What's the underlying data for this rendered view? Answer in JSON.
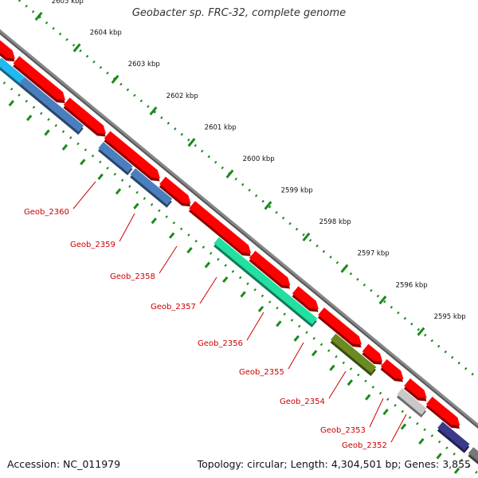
{
  "title": "Geobacter sp. FRC-32, complete genome",
  "footer": {
    "accession": "Accession: NC_011979",
    "summary": "Topology: circular; Length: 4,304,501 bp; Genes: 3,855"
  },
  "ruler_labels": [
    "2605 kbp",
    "2604 kbp",
    "2603 kbp",
    "2602 kbp",
    "2601 kbp",
    "2600 kbp",
    "2599 kbp",
    "2598 kbp",
    "2597 kbp",
    "2596 kbp",
    "2595 kbp"
  ],
  "gene_labels": [
    "Geob_2360",
    "Geob_2359",
    "Geob_2358",
    "Geob_2357",
    "Geob_2356",
    "Geob_2355",
    "Geob_2354",
    "Geob_2353",
    "Geob_2352"
  ],
  "colors": {
    "cds": "#ff0000",
    "backbone": "#888888",
    "ruler": "#1a8a1a",
    "label": "#cc0000",
    "cog_blue": "#4a7fbf",
    "cog_teal": "#22e0a0",
    "cog_olive": "#6b8a22",
    "cog_light": "#c8c8c8",
    "cog_navy": "#3a3a8a",
    "cog_cyan": "#22b8f0"
  }
}
